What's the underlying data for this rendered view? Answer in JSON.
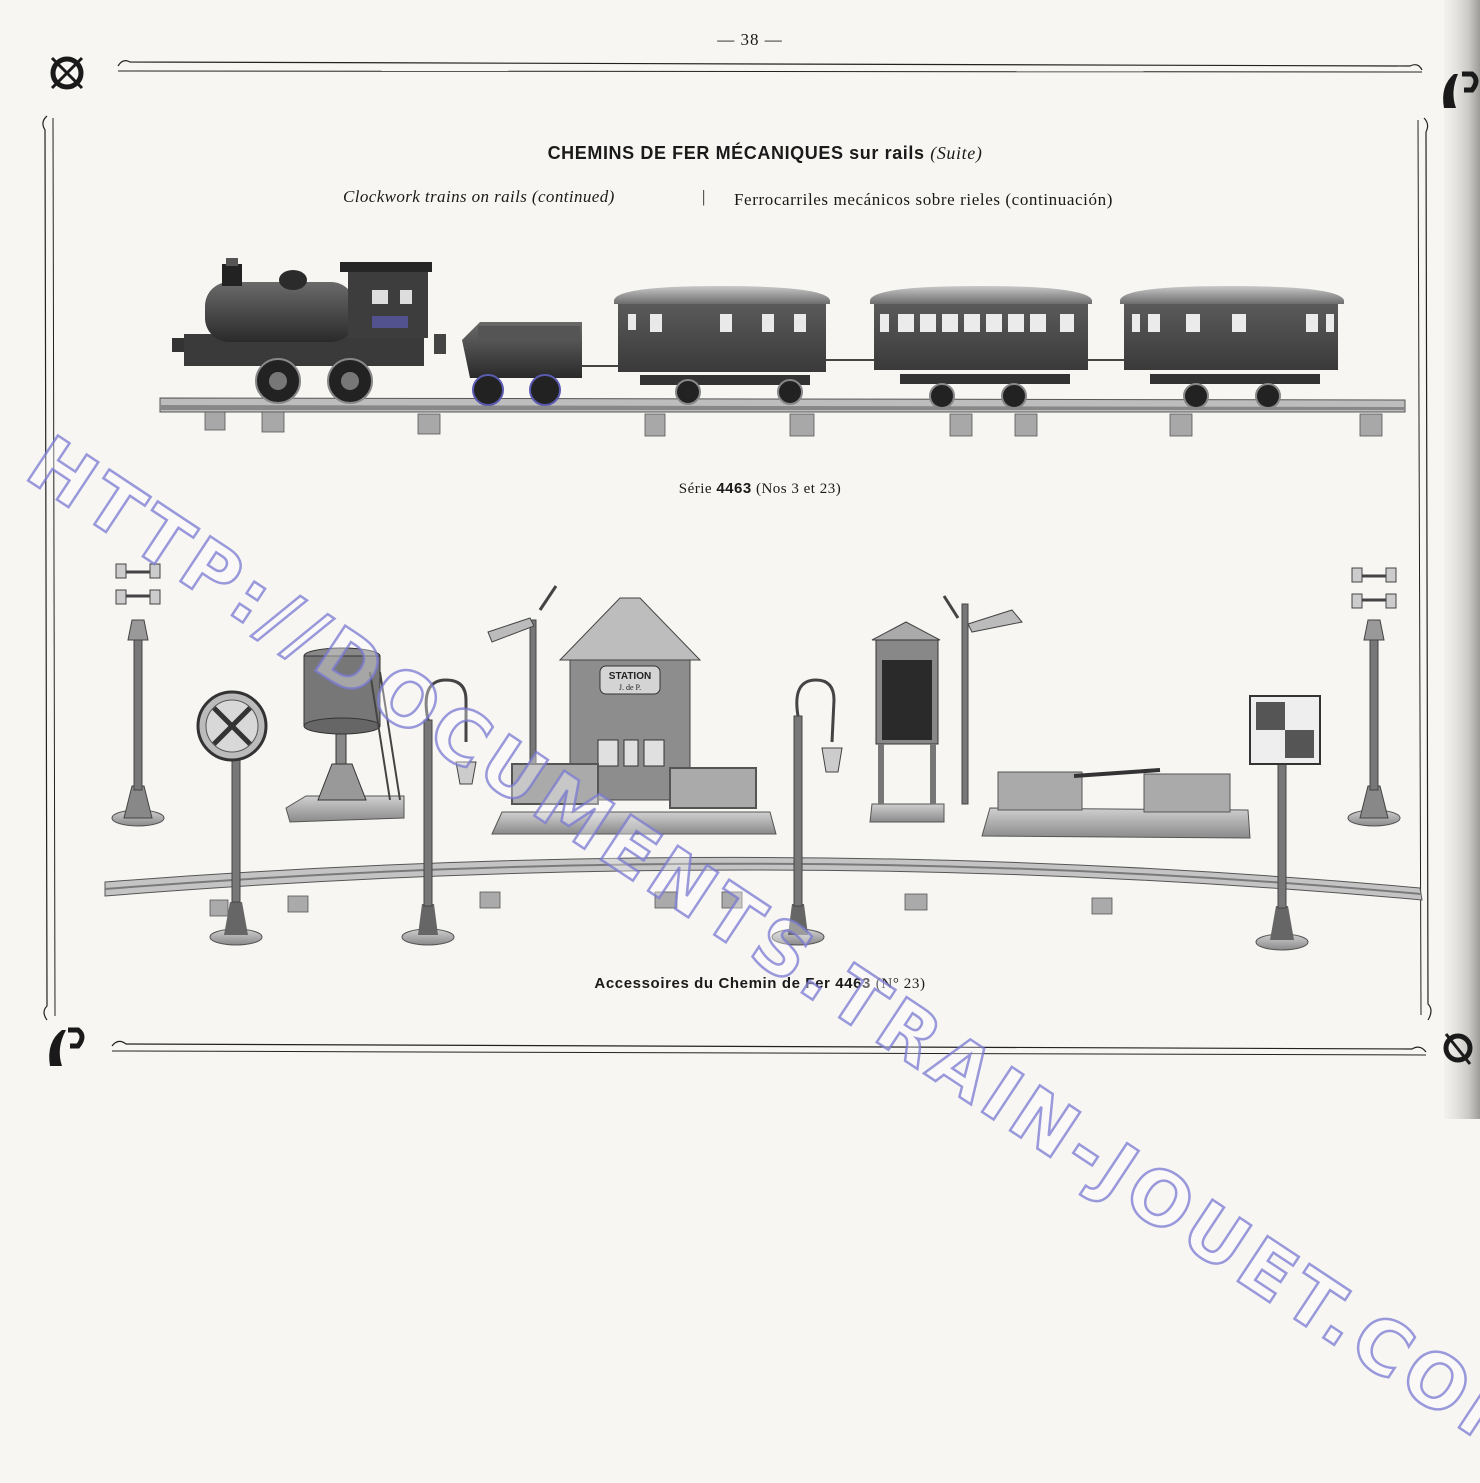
{
  "page_number": "— 38 —",
  "heading": {
    "main": "CHEMINS DE FER MÉCANIQUES sur rails",
    "suffix": "(Suite)"
  },
  "subtitles": {
    "english": "Clockwork trains on rails (continued)",
    "separator": "|",
    "spanish": "Ferrocarriles mecánicos sobre rieles (continuación)"
  },
  "caption_train": {
    "prefix": "Série",
    "series_number": "4463",
    "detail": "(Nos 3 et 23)"
  },
  "caption_accessories": {
    "label": "Accessoires du Chemin de Fer",
    "series_number": "4463",
    "detail": "(N° 23)"
  },
  "illustrations": {
    "train_set": [
      "locomotive",
      "tender",
      "baggage-car",
      "passenger-car",
      "mail-car",
      "straight-track"
    ],
    "accessories": [
      "lamp-post-double",
      "crossing-sign",
      "water-tower",
      "street-lamp",
      "semaphore-signal",
      "station-building",
      "fence",
      "street-lamp",
      "signal-cabin",
      "semaphore-signal",
      "level-crossing-gate",
      "checkered-signal",
      "lamp-post-double",
      "curved-track"
    ]
  },
  "station_sign": {
    "line1": "STATION",
    "line2": "J. de P."
  },
  "monogram": "J. de P.",
  "watermark": "HTTP://DOCUMENTS.TRAIN-JOUET.COM"
}
